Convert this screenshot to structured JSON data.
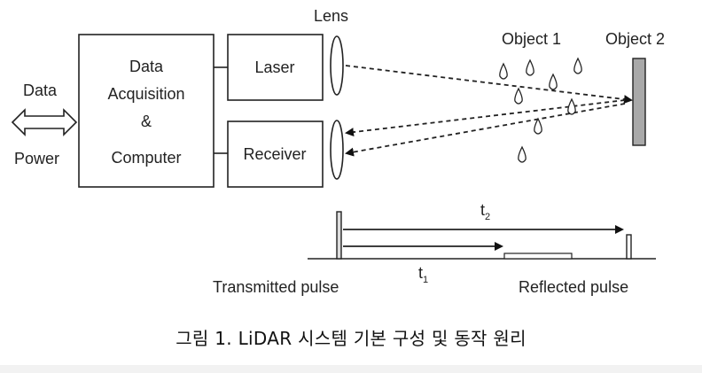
{
  "diagram": {
    "labels": {
      "data": "Data",
      "power": "Power",
      "acquisition_line1": "Data",
      "acquisition_line2": "Acquisition",
      "acquisition_line3": "&",
      "acquisition_line4": "Computer",
      "laser": "Laser",
      "receiver": "Receiver",
      "lens": "Lens",
      "object1": "Object 1",
      "object2": "Object 2",
      "t2": "t",
      "t2_sub": "2",
      "t1": "t",
      "t1_sub": "1",
      "transmitted_pulse": "Transmitted pulse",
      "reflected_pulse": "Reflected pulse"
    },
    "caption": "그림 1. LiDAR 시스템 기본 구성 및 동작 원리"
  }
}
